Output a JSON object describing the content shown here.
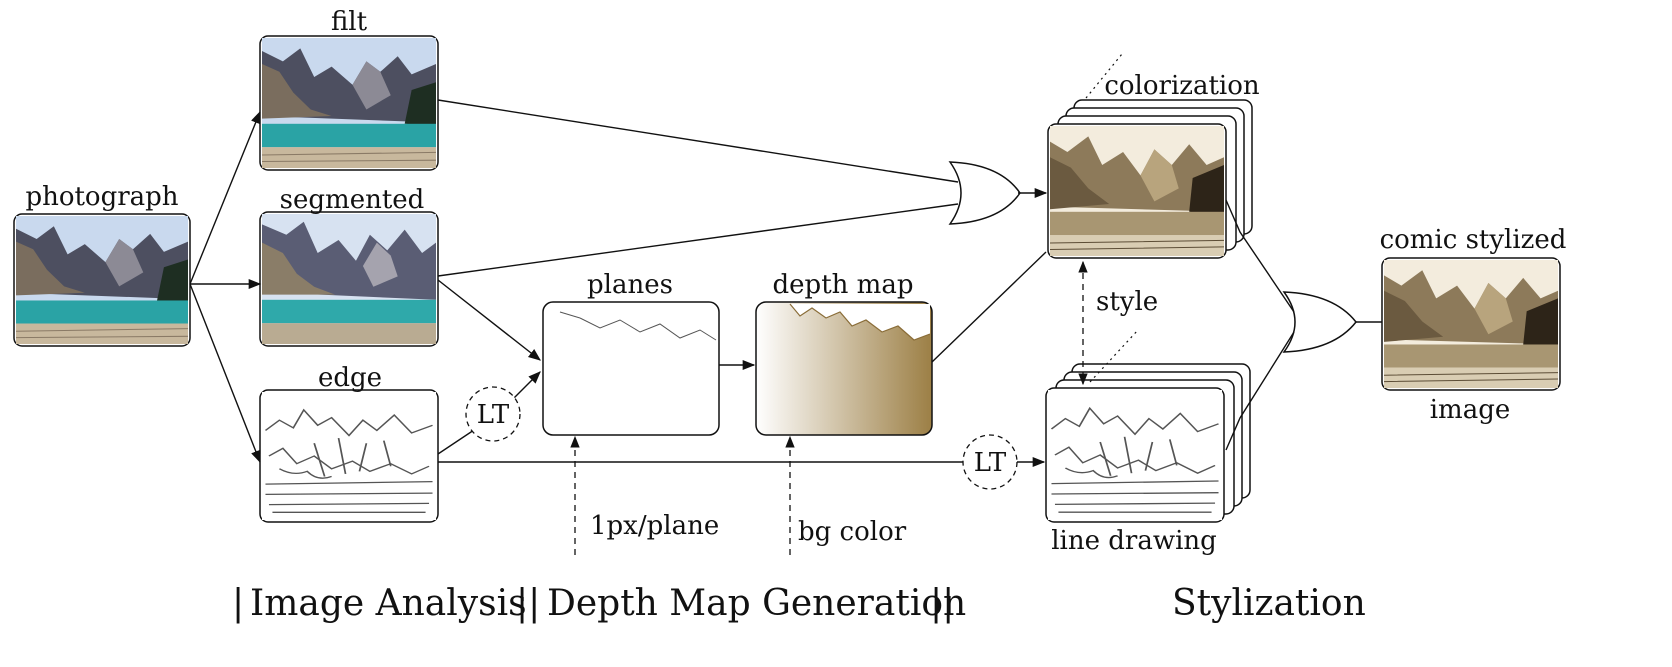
{
  "nodes": {
    "photograph": "photograph",
    "filt": "filt",
    "segmented": "segmented",
    "edge": "edge",
    "planes": "planes",
    "depth_map": "depth map",
    "colorization": "colorization",
    "line_drawing": "line drawing",
    "comic_stylized": "comic stylized",
    "comic_image": "image"
  },
  "operators": {
    "lt_left": "LT",
    "lt_right": "LT"
  },
  "inputs": {
    "px_per_plane": "1px/plane",
    "bg_color": "bg color",
    "style": "style"
  },
  "stages": {
    "left_bar": "|",
    "image_analysis": "Image Analysis",
    "mid_bar": "||",
    "depth_map_generation": "Depth Map Generation",
    "right_bar": "||",
    "stylization": "Stylization"
  },
  "colors": {
    "sky": "#c9d9ee",
    "mountain_dark": "#4d4f60",
    "mountain_light": "#8c8a95",
    "lake": "#2aa3a5",
    "shore": "#c8b89d",
    "forest": "#1e2e22",
    "sepia_dark": "#9c7f45",
    "sepia_light": "#e3d6bd",
    "sepia_sky": "#f3ecdd"
  }
}
